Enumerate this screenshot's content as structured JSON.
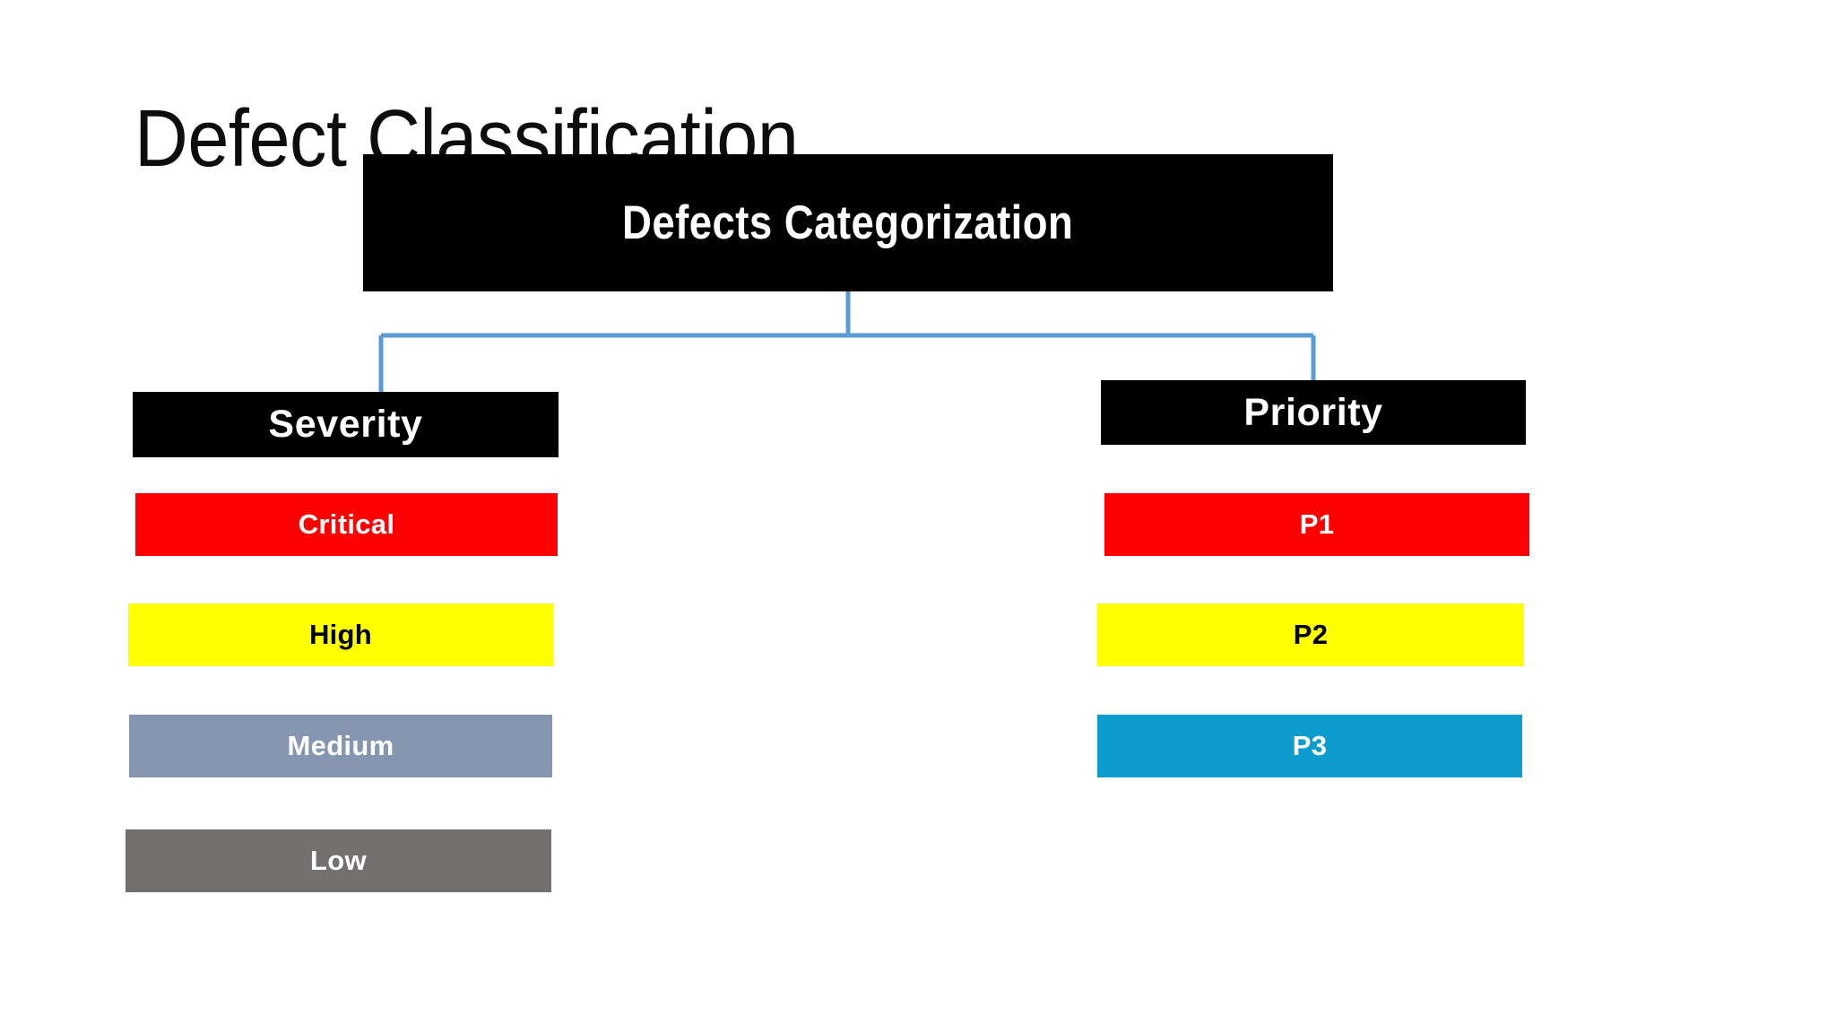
{
  "slide": {
    "title": "Defect Classification",
    "background_color": "#FFFFFF"
  },
  "diagram": {
    "type": "org-chart",
    "connector_color": "#5B9BD5",
    "root": {
      "label": "Defects Categorization",
      "background_color": "#000000",
      "text_color": "#FFFFFF"
    },
    "branches": [
      {
        "id": "severity",
        "header": {
          "label": "Severity",
          "background_color": "#000000",
          "text_color": "#FFFFFF"
        },
        "items": [
          {
            "label": "Critical",
            "background_color": "#FF0000",
            "text_color": "#FFFFFF"
          },
          {
            "label": "High",
            "background_color": "#FFFF00",
            "text_color": "#000000"
          },
          {
            "label": "Medium",
            "background_color": "#8496B0",
            "text_color": "#FFFFFF"
          },
          {
            "label": "Low",
            "background_color": "#73706F",
            "text_color": "#FFFFFF"
          }
        ]
      },
      {
        "id": "priority",
        "header": {
          "label": "Priority",
          "background_color": "#000000",
          "text_color": "#FFFFFF"
        },
        "items": [
          {
            "label": "P1",
            "background_color": "#FF0000",
            "text_color": "#FFFFFF"
          },
          {
            "label": "P2",
            "background_color": "#FFFF00",
            "text_color": "#000000"
          },
          {
            "label": "P3",
            "background_color": "#0D9CCE",
            "text_color": "#FFFFFF"
          }
        ]
      }
    ]
  }
}
